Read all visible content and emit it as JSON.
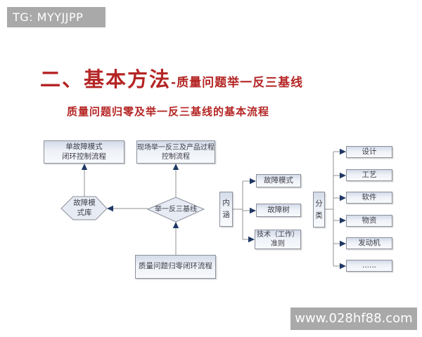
{
  "theme": {
    "background": "#ffffff",
    "title_red": "#b42524",
    "banner_gray": "#a9a9a9",
    "banner_text": "#ffffff",
    "box_border": "#8a8f99",
    "box_fill_top": "#d3dbe9",
    "box_fill_bottom": "#f8fafc",
    "box_text": "#3c3c46",
    "line_gray": "#909090",
    "arrow_navy": "#1f3864"
  },
  "watermarks": {
    "top": "TG: MYYJJPP",
    "bottom": "www.028hf88.com"
  },
  "title": {
    "main": "二、基本方法",
    "suffix": "-质量问题举一反三基线",
    "subtitle": "质量问题归零及举一反三基线的基本流程"
  },
  "flowchart": {
    "boxes": {
      "single_fault_loop": "单故障模式\n闭环控制流程",
      "site_process_control": "现场举一反三及产品过程\n控制流程",
      "fault_mode_library": "故障模\n式库",
      "baseline_diamond": "举一反三基线",
      "quality_zero_loop": "质量问题归零闭环流程",
      "connotation": "内\n涵",
      "classification": "分\n类",
      "fault_mode": "故障模式",
      "fault_tree": "故障树",
      "tech_work_criteria": "技术（工作）\n准则",
      "design": "设计",
      "craft": "工艺",
      "software": "软件",
      "material": "物资",
      "engine": "发动机",
      "more": "......"
    }
  }
}
